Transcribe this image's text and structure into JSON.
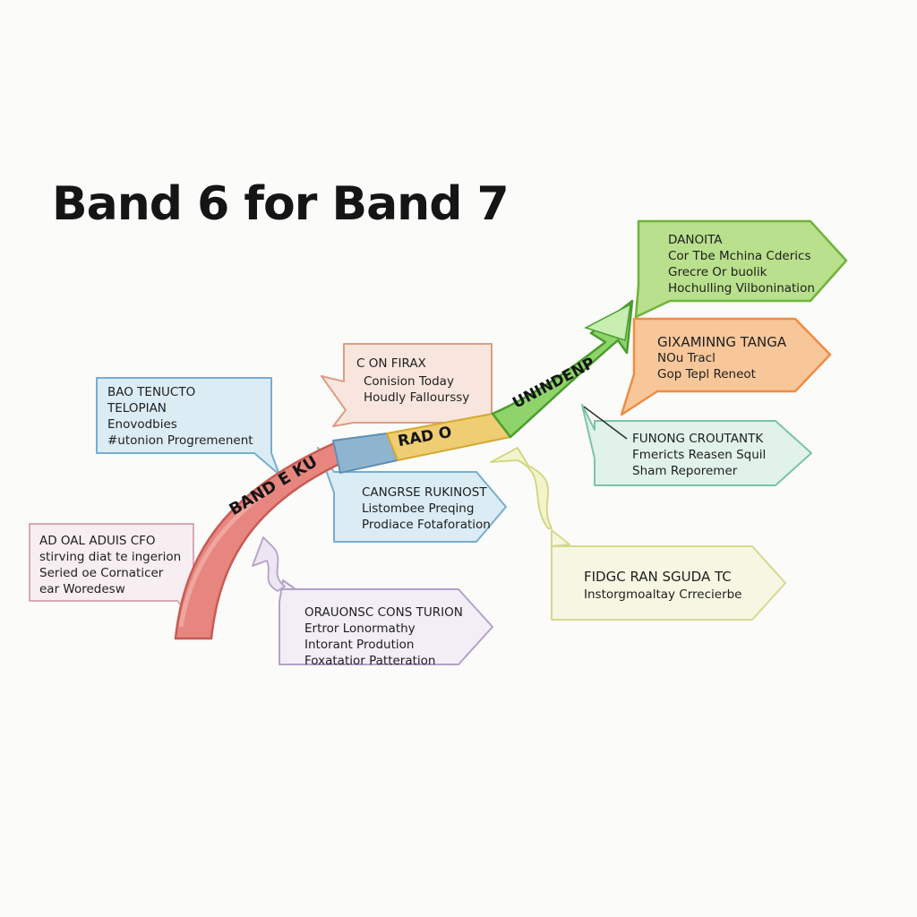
{
  "title": "Band 6 for Band 7",
  "arrow_labels": {
    "red": "BAND E KU",
    "yellow": "RAD O",
    "green": "UNINDENP"
  },
  "callouts": {
    "top_green": [
      "DANOITA",
      "Cor Tbe Mchina Cderics",
      "Grecre Or buolik",
      "Hochulling Vilbonination"
    ],
    "orange": [
      "GIXAMINNG TANGA",
      "NOu Tracl",
      "Gop Tepl Reneot"
    ],
    "peach": [
      "C ON FIRAX",
      "Conision Today",
      "Houdly Fallourssy"
    ],
    "blue_left": [
      "BAO TENUCTO",
      "TELOPIAN",
      "Enovodbies",
      "#utonion Progremenent"
    ],
    "teal_right": [
      "FUNONG CROUTANTK",
      "Fmericts Reasen Squil",
      "Sham Reporemer"
    ],
    "blue_center": [
      "CANGRSE RUKINOST",
      "Listombee Preqing",
      "Prodiace Fotaforation"
    ],
    "pink_left": [
      "AD OAL ADUIS CFO",
      "stirving diat te ingerion",
      "Seried oe Cornaticer",
      "ear Woredesw"
    ],
    "lavender": [
      "ORAUONSC CONS TURION",
      "Ertror Lonormathy",
      "Intorant Prodution",
      "Foxatatior Patteration"
    ],
    "yellow_right": [
      "FIDGC RAN SGUDA TC",
      "Instorgmoaltay Crrecierbe"
    ]
  },
  "colors": {
    "red_arrow": "#e6867f",
    "blue_segment": "#8fb4cf",
    "yellow_segment": "#efcd72",
    "green_arrow": "#8fd46a",
    "green_box": "#b9e08c",
    "orange_box": "#f7c79a",
    "peach_box": "#f8e6de",
    "blue_box": "#dbecf4",
    "teal_box": "#e0f2ea",
    "pink_box": "#f6eef0",
    "lavender_box": "#f2eef6",
    "yellow_box": "#f6f7e2"
  }
}
